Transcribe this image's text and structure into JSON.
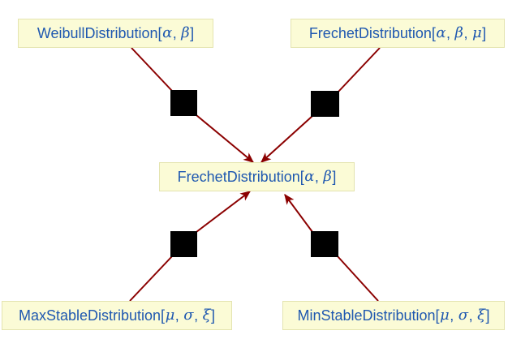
{
  "diagram": {
    "type": "relationship-graph",
    "background_color": "#ffffff",
    "node_fill_color": "#fbfbd6",
    "node_border_color": "#e4e4b0",
    "node_text_color": "#1f58b0",
    "edge_color": "#8b0000",
    "vertex_color": "#000000",
    "nodes": [
      {
        "id": "weibull",
        "label_prefix": "WeibullDistribution[",
        "params": [
          "α",
          "β"
        ],
        "label_suffix": "]",
        "full_label": "WeibullDistribution[α, β]",
        "position": "top-left"
      },
      {
        "id": "frechet3",
        "label_prefix": "FrechetDistribution[",
        "params": [
          "α",
          "β",
          "μ"
        ],
        "label_suffix": "]",
        "full_label": "FrechetDistribution[α, β, μ]",
        "position": "top-right"
      },
      {
        "id": "frechet2",
        "label_prefix": "FrechetDistribution[",
        "params": [
          "α",
          "β"
        ],
        "label_suffix": "]",
        "full_label": "FrechetDistribution[α, β]",
        "position": "center"
      },
      {
        "id": "maxstable",
        "label_prefix": "MaxStableDistribution[",
        "params": [
          "μ",
          "σ",
          "ξ"
        ],
        "label_suffix": "]",
        "full_label": "MaxStableDistribution[μ, σ, ξ]",
        "position": "bottom-left"
      },
      {
        "id": "minstable",
        "label_prefix": "MinStableDistribution[",
        "params": [
          "μ",
          "σ",
          "ξ"
        ],
        "label_suffix": "]",
        "full_label": "MinStableDistribution[μ, σ, ξ]",
        "position": "bottom-right"
      }
    ],
    "vertices": [
      {
        "id": "vertex-top-left",
        "shape": "square"
      },
      {
        "id": "vertex-top-right",
        "shape": "square"
      },
      {
        "id": "vertex-bottom-left",
        "shape": "square"
      },
      {
        "id": "vertex-bottom-right",
        "shape": "square"
      }
    ],
    "edges": [
      {
        "from": "weibull",
        "through": "vertex-top-left",
        "to": "frechet2",
        "arrowhead": "at-target"
      },
      {
        "from": "frechet3",
        "through": "vertex-top-right",
        "to": "frechet2",
        "arrowhead": "at-target"
      },
      {
        "from": "maxstable",
        "through": "vertex-bottom-left",
        "to": "frechet2",
        "arrowhead": "at-target"
      },
      {
        "from": "minstable",
        "through": "vertex-bottom-right",
        "to": "frechet2",
        "arrowhead": "at-target"
      }
    ]
  }
}
